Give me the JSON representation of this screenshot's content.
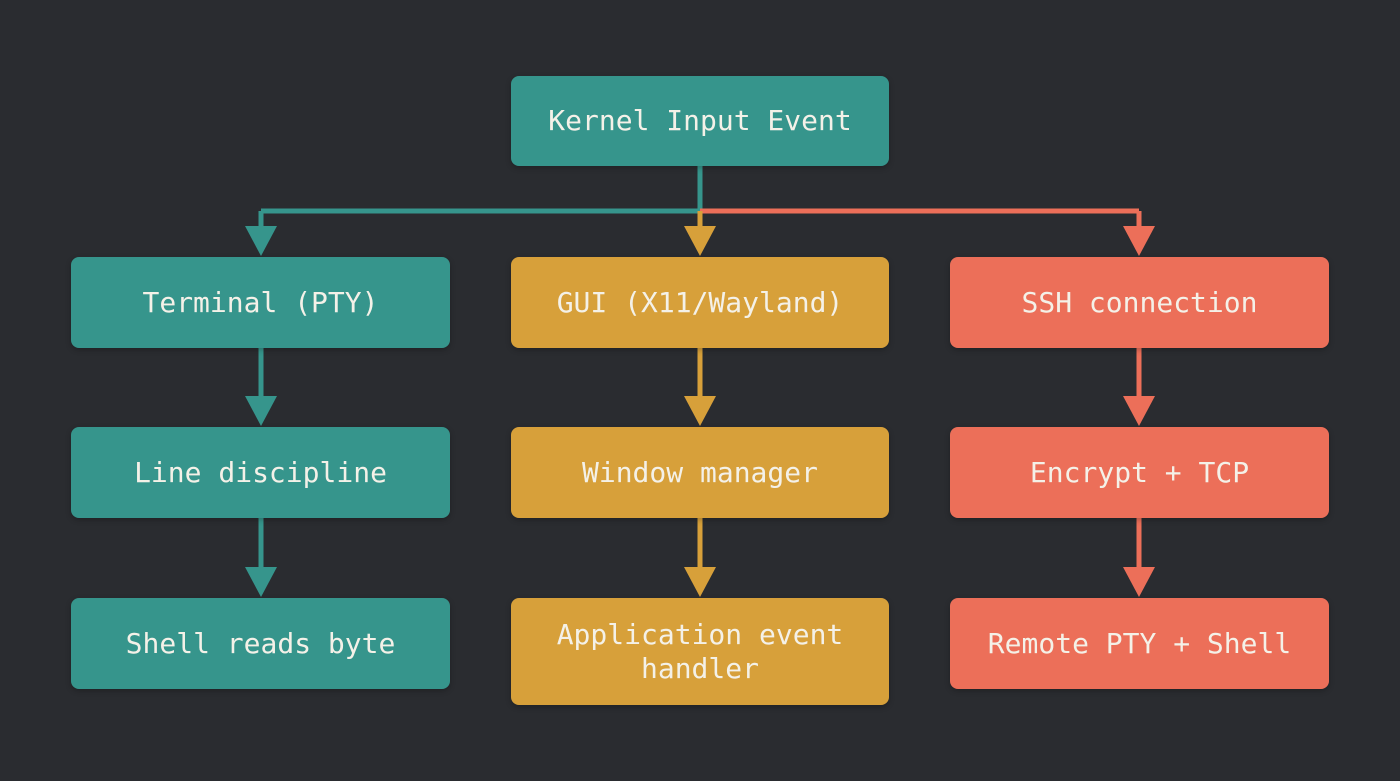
{
  "colors": {
    "background": "#2a2c30",
    "terminal_branch": "#36958c",
    "gui_branch": "#d7a03a",
    "ssh_branch": "#ec6f59",
    "text": "#f4f1e8"
  },
  "root": {
    "label": "Kernel Input Event"
  },
  "branches": [
    {
      "id": "terminal",
      "steps": [
        "Terminal (PTY)",
        "Line discipline",
        "Shell reads byte"
      ]
    },
    {
      "id": "gui",
      "steps": [
        "GUI (X11/Wayland)",
        "Window manager",
        "Application event handler"
      ]
    },
    {
      "id": "ssh",
      "steps": [
        "SSH connection",
        "Encrypt + TCP",
        "Remote PTY + Shell"
      ]
    }
  ]
}
